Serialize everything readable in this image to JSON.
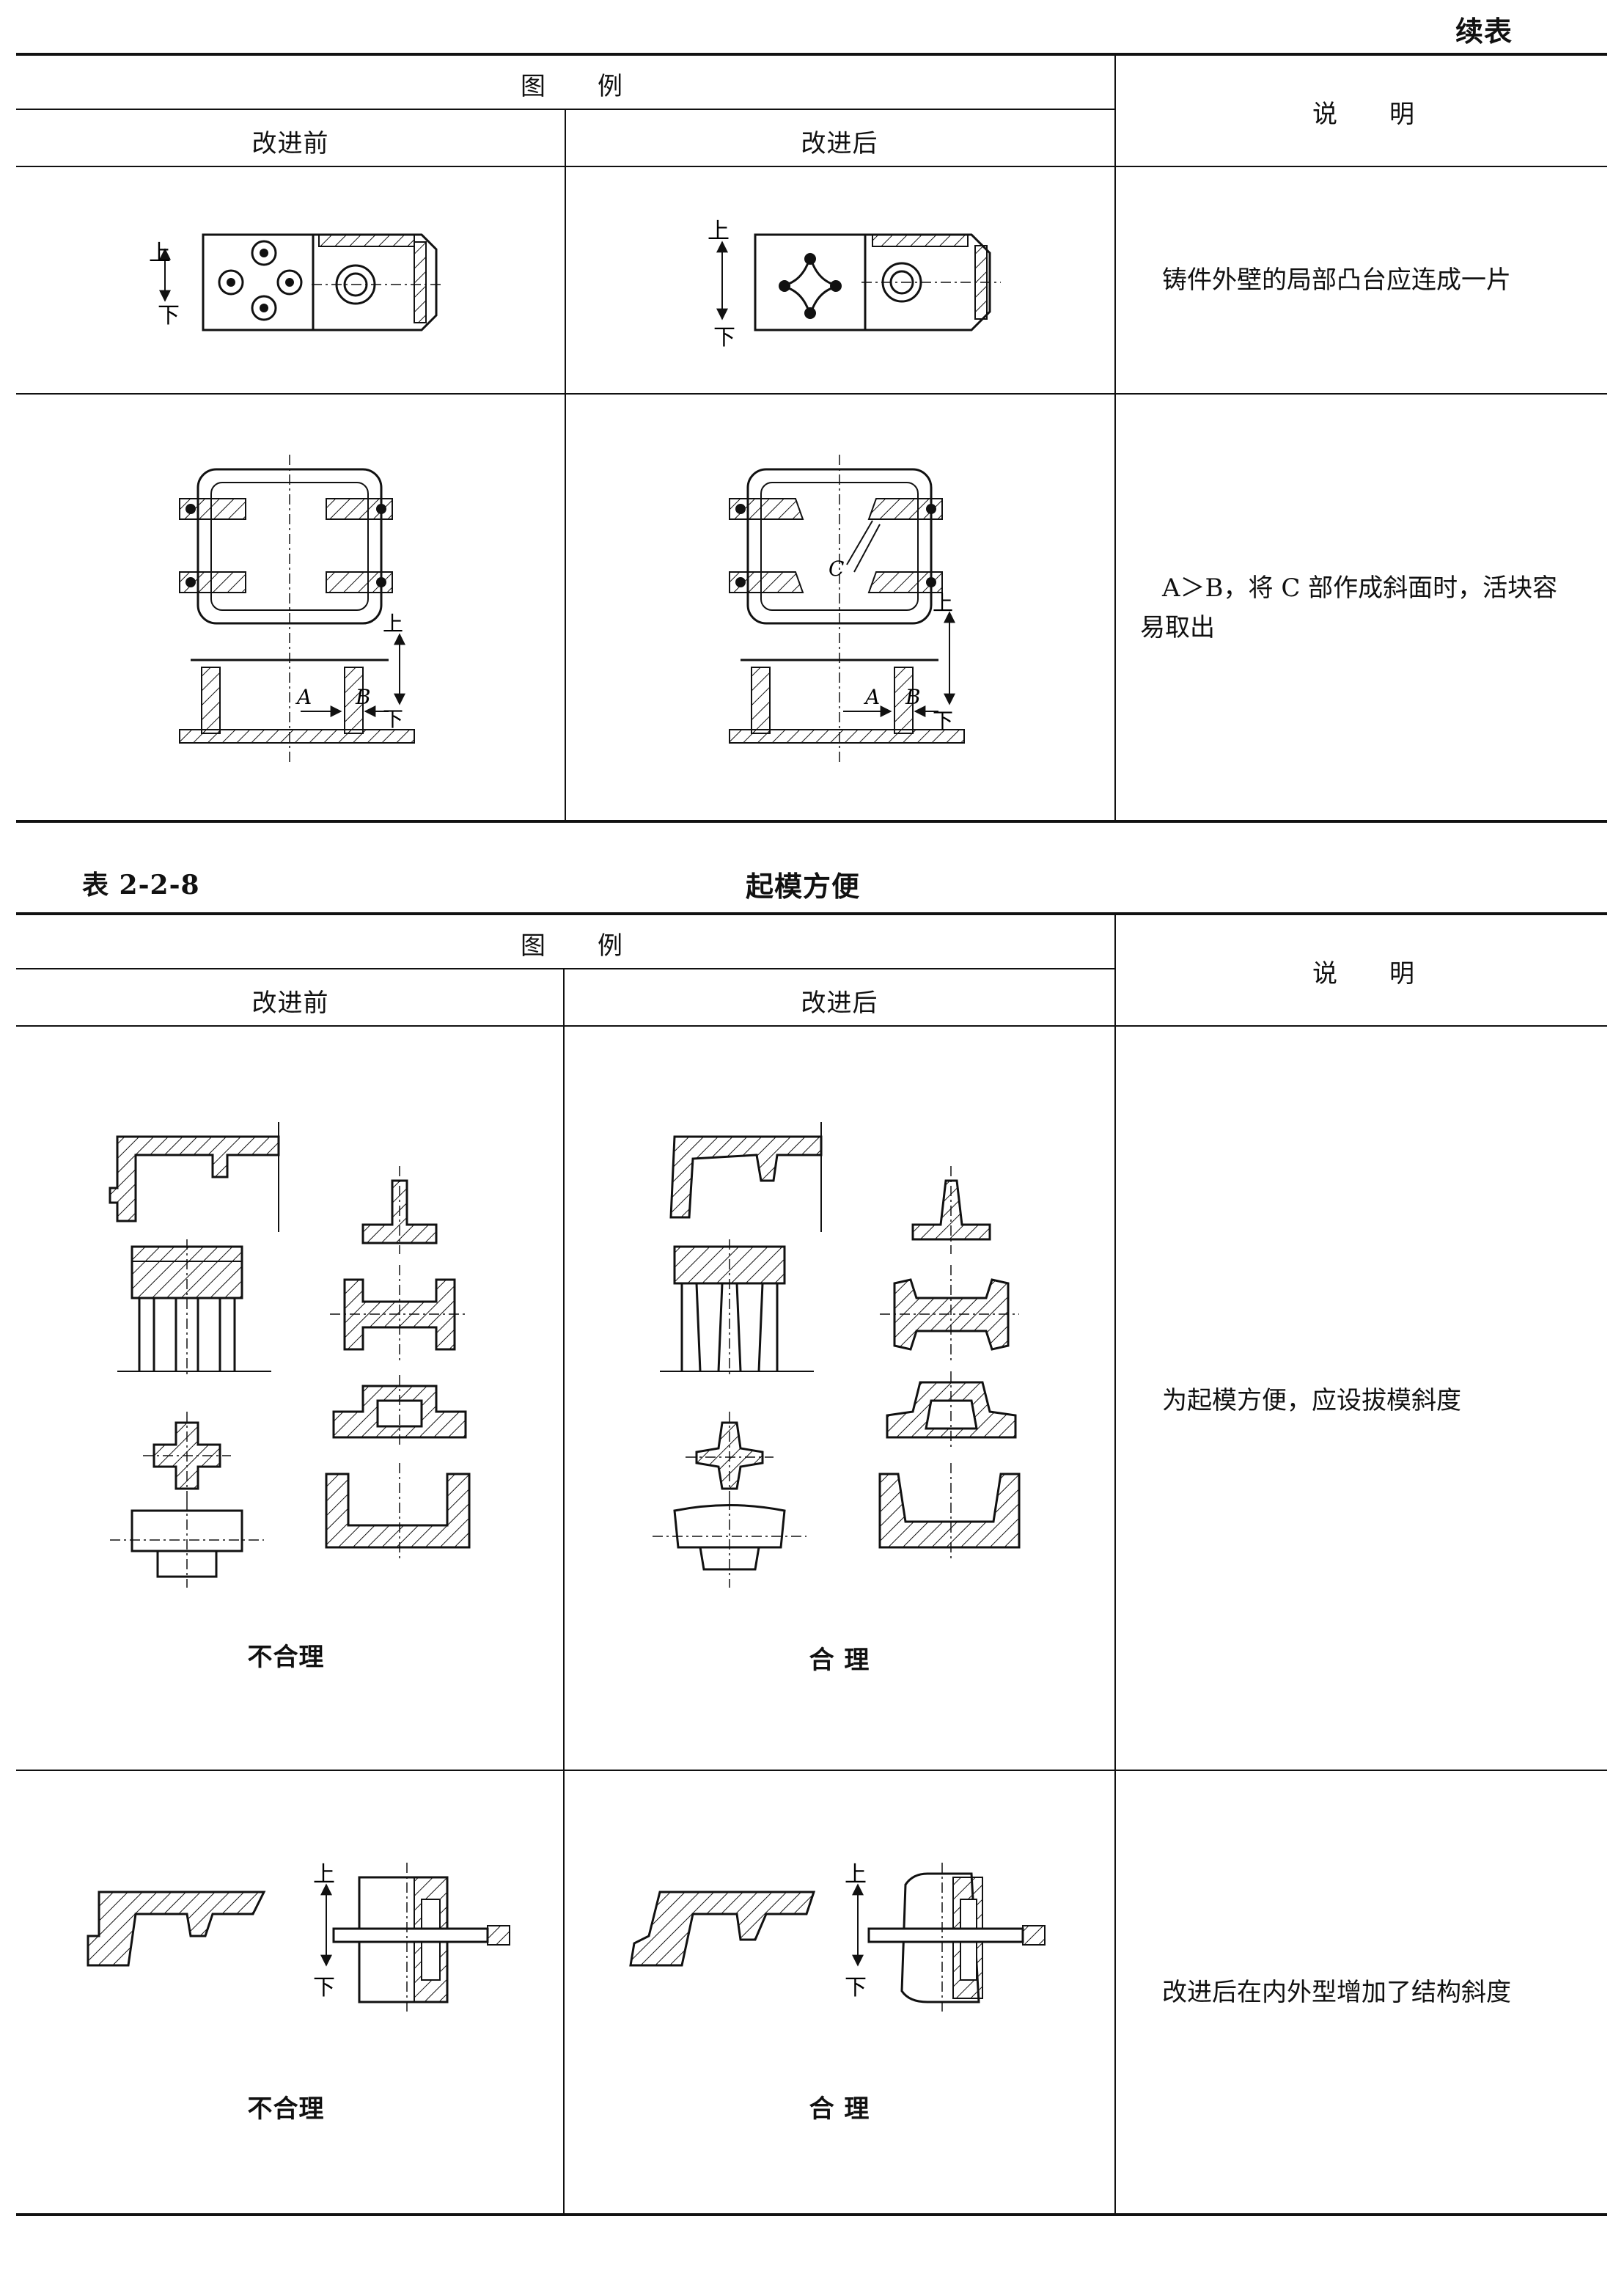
{
  "continued_label": "续表",
  "table1": {
    "header_group": "图　　例",
    "col_before": "改进前",
    "col_after": "改进后",
    "col_note": "说　　明",
    "rows": [
      {
        "note": "铸件外壁的局部凸台应连成一片",
        "fig_labels": {
          "up": "上",
          "down": "下"
        }
      },
      {
        "note": "A＞B，将 C 部作成斜面时，活块容易取出",
        "fig_labels": {
          "up": "上",
          "down": "下",
          "a": "A",
          "b": "B",
          "c": "C"
        }
      }
    ]
  },
  "table2": {
    "number": "表 2-2-8",
    "title": "起模方便",
    "header_group": "图　　例",
    "col_before": "改进前",
    "col_after": "改进后",
    "col_note": "说　　明",
    "rows": [
      {
        "before_caption": "不合理",
        "after_caption": "合 理",
        "note": "为起模方便，应设拔模斜度"
      },
      {
        "before_caption": "不合理",
        "after_caption": "合 理",
        "note": "改进后在内外型增加了结构斜度",
        "fig_labels": {
          "up": "上",
          "down": "下"
        }
      }
    ]
  }
}
